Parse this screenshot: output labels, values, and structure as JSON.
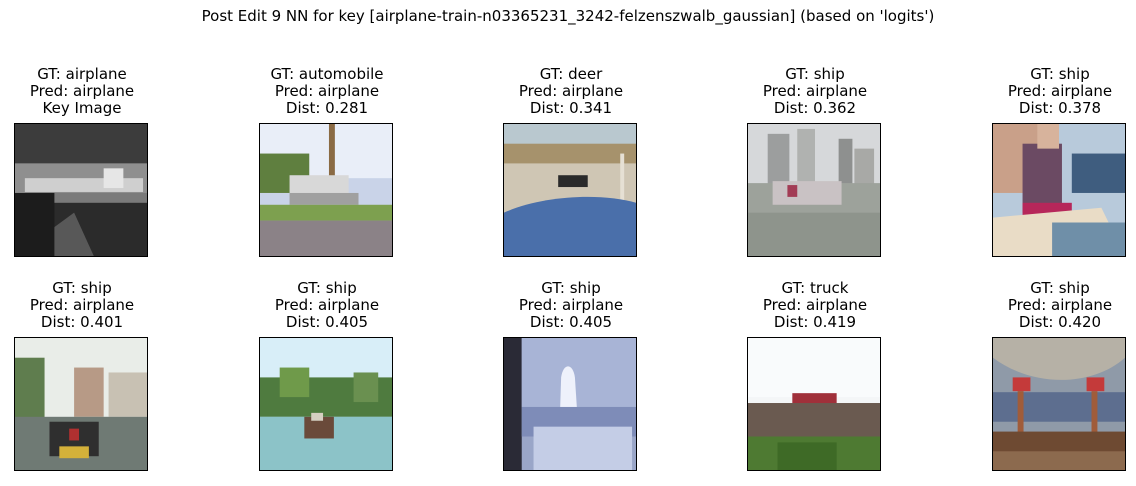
{
  "figure": {
    "title": "Post Edit 9 NN for key [airplane-train-n03365231_3242-felzenszwalb_gaussian] (based on 'logits')"
  },
  "panels": [
    {
      "gt": "GT: airplane",
      "pred": "Pred: airplane",
      "extra": "Key Image",
      "scene": "grayscale-airplane-icon"
    },
    {
      "gt": "GT: automobile",
      "pred": "Pred: airplane",
      "extra": "Dist: 0.281",
      "scene": "car-on-road-icon"
    },
    {
      "gt": "GT: deer",
      "pred": "Pred: airplane",
      "extra": "Dist: 0.341",
      "scene": "beach-with-pool-icon"
    },
    {
      "gt": "GT: ship",
      "pred": "Pred: airplane",
      "extra": "Dist: 0.362",
      "scene": "boat-by-city-icon"
    },
    {
      "gt": "GT: ship",
      "pred": "Pred: airplane",
      "extra": "Dist: 0.378",
      "scene": "person-on-boat-icon"
    },
    {
      "gt": "GT: ship",
      "pred": "Pred: airplane",
      "extra": "Dist: 0.401",
      "scene": "boat-in-harbor-icon"
    },
    {
      "gt": "GT: ship",
      "pred": "Pred: airplane",
      "extra": "Dist: 0.405",
      "scene": "boat-on-river-icon"
    },
    {
      "gt": "GT: ship",
      "pred": "Pred: airplane",
      "extra": "Dist: 0.405",
      "scene": "water-spray-icon"
    },
    {
      "gt": "GT: truck",
      "pred": "Pred: airplane",
      "extra": "Dist: 0.419",
      "scene": "truck-on-field-icon"
    },
    {
      "gt": "GT: ship",
      "pred": "Pred: airplane",
      "extra": "Dist: 0.420",
      "scene": "ship-with-cranes-icon"
    }
  ]
}
